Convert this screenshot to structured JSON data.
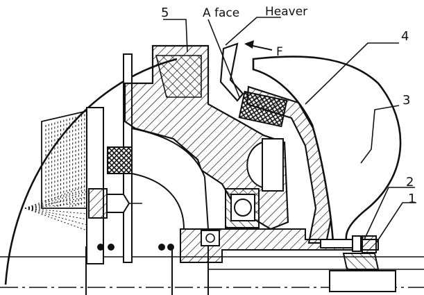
{
  "labels": {
    "part5": "5",
    "a_face": "A face",
    "heaver": "Heaver",
    "force": "F",
    "part4": "4",
    "part3": "3",
    "part2": "2",
    "part1": "1"
  },
  "colors": {
    "ink": "#111111",
    "paper": "#ffffff"
  }
}
